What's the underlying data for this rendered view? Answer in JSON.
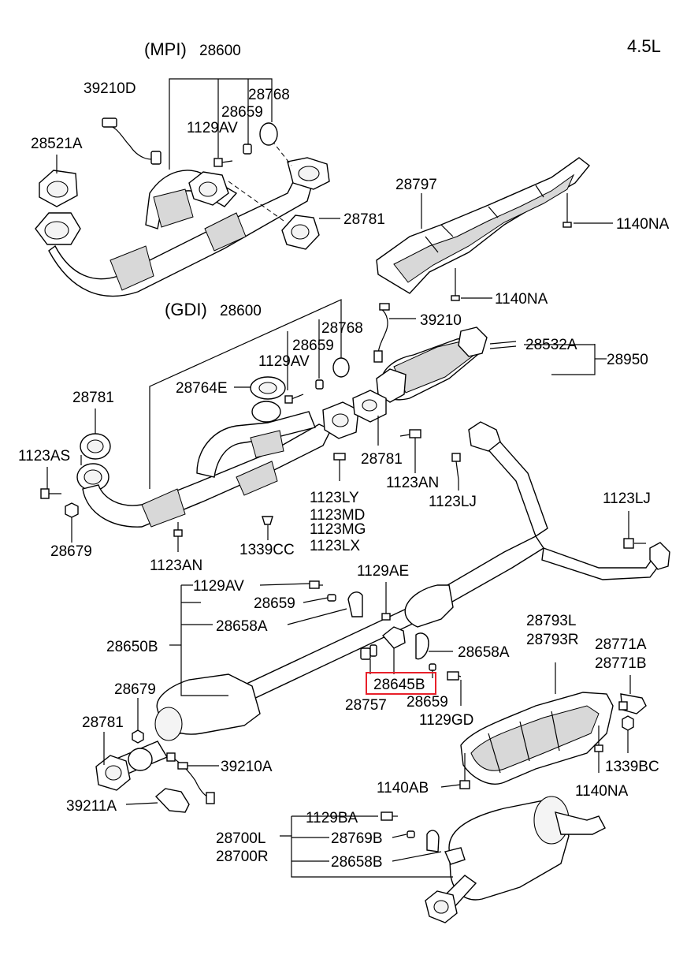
{
  "engine": "4.5L",
  "mpi": {
    "group": "(MPI)",
    "part": "28600"
  },
  "gdi": {
    "group": "(GDI)",
    "part": "28600"
  },
  "highlight_color": "#e8202a",
  "labels": {
    "l39210D": "39210D",
    "l28521A": "28521A",
    "l28768a": "28768",
    "l28659a": "28659",
    "l1129AVa": "1129AV",
    "l28781a": "28781",
    "l28797": "28797",
    "l1140NAa": "1140NA",
    "l1140NAb": "1140NA",
    "l28768b": "28768",
    "l28659b": "28659",
    "l1129AVb": "1129AV",
    "l39210": "39210",
    "l28532A": "28532A",
    "l28950": "28950",
    "l28764E": "28764E",
    "l28781b": "28781",
    "l28781c": "28781",
    "l1123AS": "1123AS",
    "l1123ANa": "1123AN",
    "l1123LJa": "1123LJ",
    "l1123LY": "1123LY",
    "l1123MD": "1123MD",
    "l1123MG": "1123MG",
    "l1123LX": "1123LX",
    "l1339CC": "1339CC",
    "l1123LJb": "1123LJ",
    "l28679a": "28679",
    "l1123ANb": "1123AN",
    "l1129AE": "1129AE",
    "l1129AVc": "1129AV",
    "l28659c": "28659",
    "l28658Aa": "28658A",
    "l28650B": "28650B",
    "l28658Ab": "28658A",
    "l28645B": "28645B",
    "l28757": "28757",
    "l28659d": "28659",
    "l1129GD": "1129GD",
    "l28793L": "28793L",
    "l28793R": "28793R",
    "l28771A": "28771A",
    "l28771B": "28771B",
    "l28679b": "28679",
    "l28781d": "28781",
    "l39210A": "39210A",
    "l39211A": "39211A",
    "l1339BC": "1339BC",
    "l1140AB": "1140AB",
    "l1140NAc": "1140NA",
    "l1129BA": "1129BA",
    "l28700L": "28700L",
    "l28700R": "28700R",
    "l28769B": "28769B",
    "l28658B": "28658B"
  }
}
